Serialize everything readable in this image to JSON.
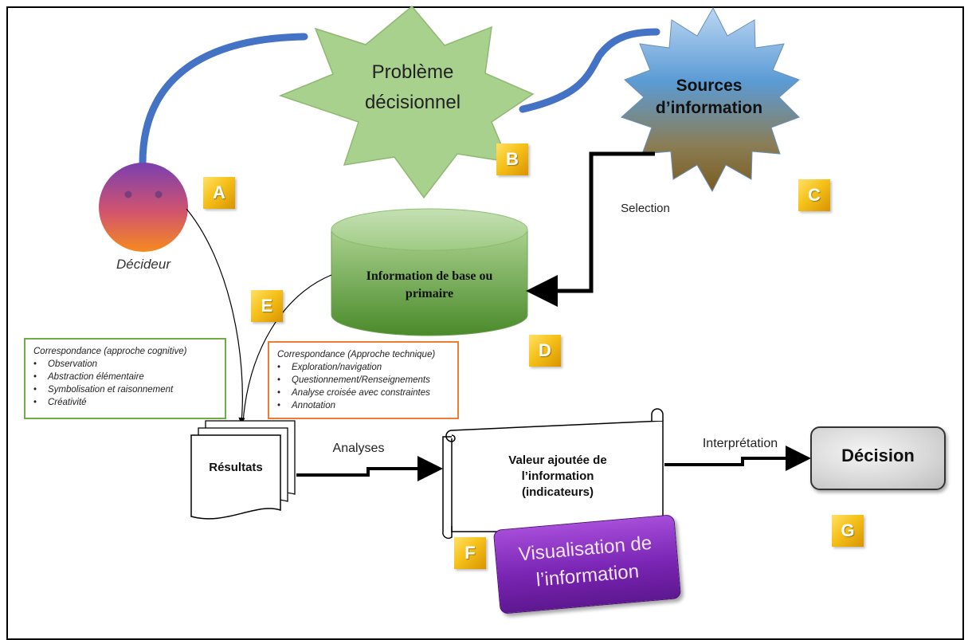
{
  "nodes": {
    "decideur_label": "Décideur",
    "probleme_line1": "Problème",
    "probleme_line2": "décisionnel",
    "sources_line1": "Sources",
    "sources_line2": "d’information",
    "info_base_line1": "Information de  base ou",
    "info_base_line2": "primaire",
    "resultats": "Résultats",
    "valeur_line1": "Valeur ajoutée de",
    "valeur_line2": "l’information",
    "valeur_line3": "(indicateurs)",
    "decision": "Décision",
    "visualisation_line1": "Visualisation de",
    "visualisation_line2": "l’information"
  },
  "edges": {
    "selection": "Selection",
    "analyses": "Analyses",
    "interpretation": "Interprétation"
  },
  "badges": [
    "A",
    "B",
    "C",
    "D",
    "E",
    "F",
    "G"
  ],
  "cognitive": {
    "title": "Correspondance (approche cognitive)",
    "items": [
      "Observation",
      "Abstraction élémentaire",
      "Symbolisation  et raisonnement",
      "Créativité"
    ]
  },
  "technique": {
    "title": "Correspondance (Approche technique)",
    "items": [
      "Exploration/navigation",
      "Questionnement/Renseignements",
      "Analyse croisée avec constraintes",
      "Annotation"
    ]
  },
  "colors": {
    "connector_blue": "#4472c4",
    "star_green": "#a9d18e",
    "cylinder_green": "#70ad47",
    "badge_gold": "#f5c11a",
    "visual_purple": "#7a25b4",
    "cognitive_border": "#70ad47",
    "technique_border": "#ed7d31"
  }
}
